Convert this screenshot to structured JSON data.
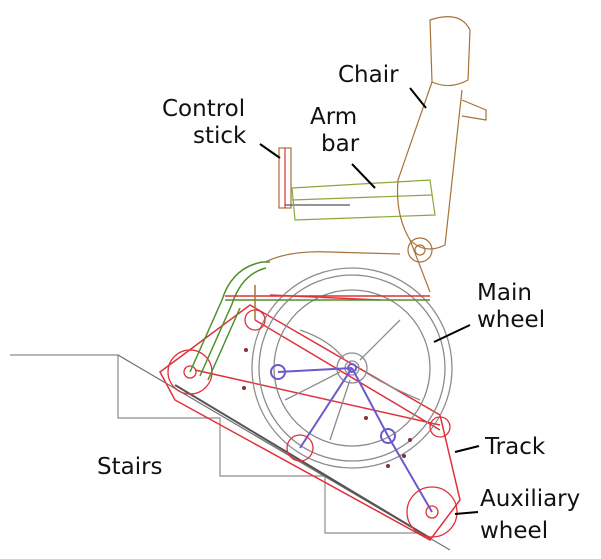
{
  "labels": {
    "chair": "Chair",
    "control_stick_line1": "Control",
    "control_stick_line2": "stick",
    "arm_bar_line1": "Arm",
    "arm_bar_line2": "bar",
    "main_wheel_line1": "Main",
    "main_wheel_line2": "wheel",
    "track": "Track",
    "stairs": "Stairs",
    "auxiliary_wheel_line1": "Auxiliary",
    "auxiliary_wheel_line2": "wheel"
  },
  "colors": {
    "chair_outline": "#a6733a",
    "arm_outline": "#8aa83c",
    "frame_green": "#4f8f2a",
    "wheel_gray": "#8c8c8c",
    "track_red": "#e0303a",
    "linkage_purple": "#6a5acd",
    "stairs_gray": "#8c8c8c",
    "label_text": "#111111",
    "leader_line": "#000000"
  }
}
